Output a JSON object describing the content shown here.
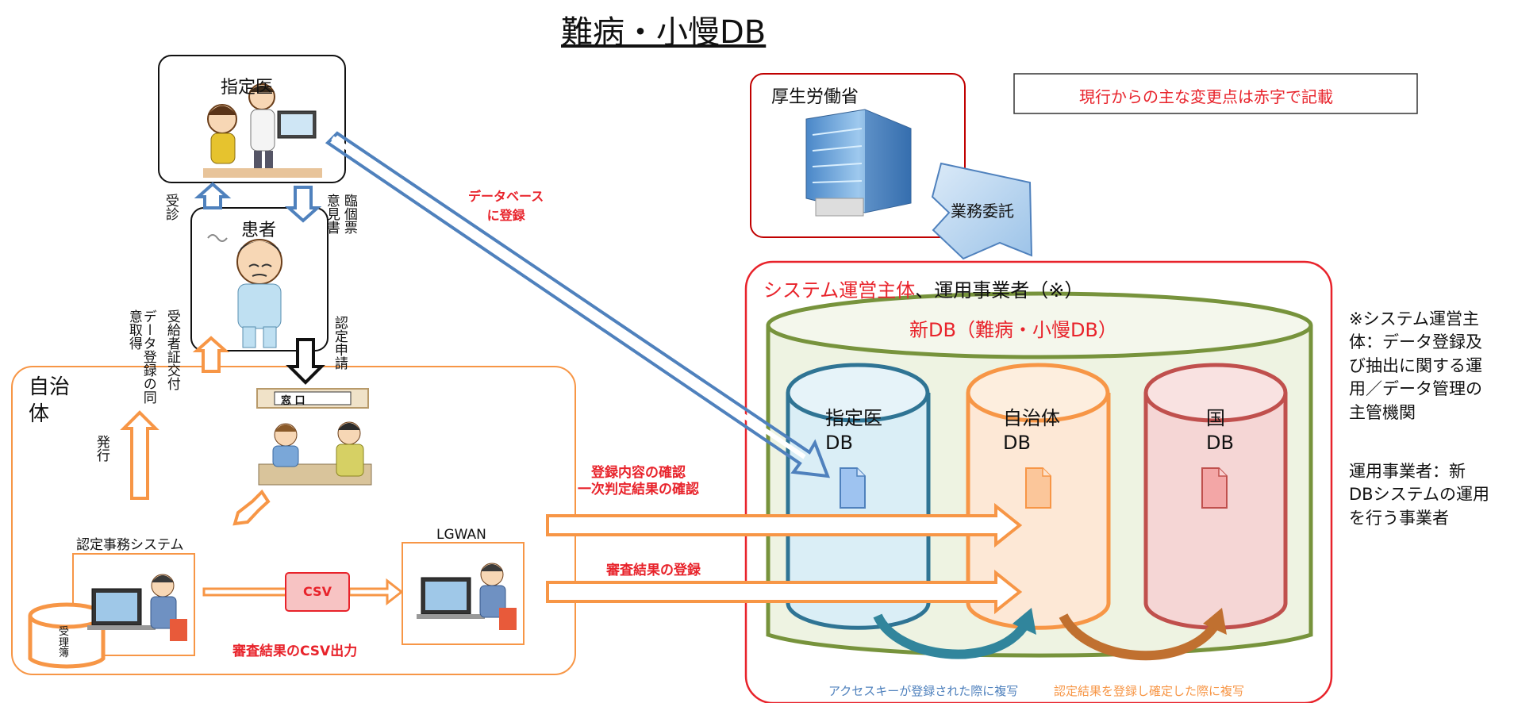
{
  "title": "難病・小慢DB",
  "notice": "現行からの主な変更点は赤字で記載",
  "mhlw": {
    "label": "厚生労働省"
  },
  "gyomu_itaku": "業務委託",
  "doctor": {
    "label": "指定医"
  },
  "patient": {
    "label": "患者"
  },
  "labels": {
    "jushin": "受診",
    "rinsho": "臨個票",
    "iken": "意見書",
    "nintei_shinsei": "認定申請",
    "jukyu": "受給者証交付",
    "data_doui": "データ登録の同意取得",
    "hakko": "発行",
    "madoguchi": "窓 口",
    "db_touroku_1": "データベース",
    "db_touroku_2": "に登録",
    "kakunin_1": "登録内容の確認",
    "kakunin_2": "一次判定結果の確認",
    "shinsa_touroku": "審査結果の登録",
    "csv": "CSV",
    "csv_output": "審査結果のCSV出力",
    "lgwan": "LGWAN",
    "nintei_system": "認定事務システム",
    "jurei_1": "受",
    "jurei_2": "理",
    "jurei_3": "簿"
  },
  "municipality": {
    "label_1": "自治",
    "label_2": "体"
  },
  "system_operator": {
    "label_red": "システム運営主体",
    "label_rest": "、運用事業者（※）"
  },
  "new_db": {
    "label": "新DB（難病・小慢DB）"
  },
  "dbs": [
    {
      "line1": "指定医",
      "line2": "DB",
      "color": "#2f7494",
      "fill": "#daeef6"
    },
    {
      "line1": "自治体",
      "line2": "DB",
      "color": "#f79646",
      "fill": "#fde8d6"
    },
    {
      "line1": "国",
      "line2": "DB",
      "color": "#c0504d",
      "fill": "#f5d6d5"
    }
  ],
  "copy_notes": {
    "access_key": "アクセスキーが登録された際に複写",
    "nintei_result": "認定結果を登録し確定した際に複写"
  },
  "side_notes": {
    "note1": [
      "※システム運営主",
      "体：データ登録及",
      "び抽出に関する運",
      "用／データ管理の",
      "主管機関"
    ],
    "note2": [
      "運用事業者：新",
      "DBシステムの運用",
      "を行う事業者"
    ]
  },
  "colors": {
    "red": "#e8232b",
    "blue_arrow": "#4f81bd",
    "orange_arrow": "#f79646",
    "green_outline": "#77933c",
    "green_fill": "#eef3e2"
  }
}
